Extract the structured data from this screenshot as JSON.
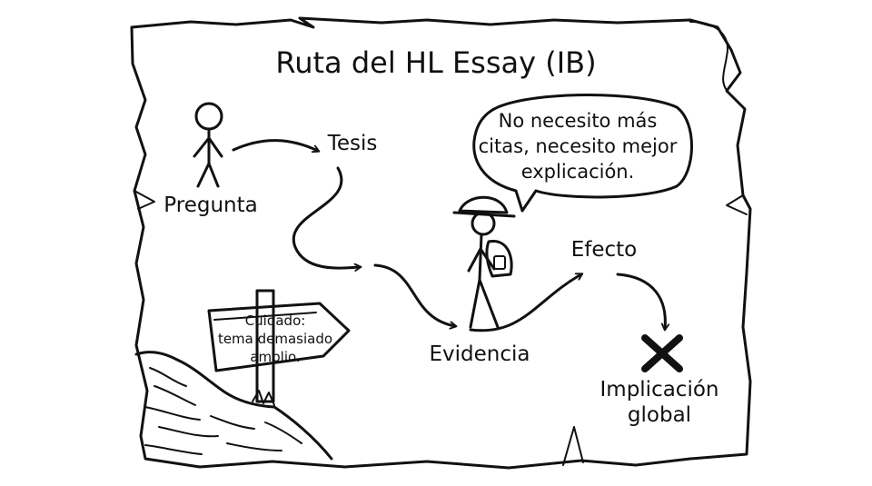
{
  "title": "Ruta del HL Essay (IB)",
  "nodes": {
    "pregunta": "Pregunta",
    "tesis": "Tesis",
    "evidencia": "Evidencia",
    "efecto": "Efecto",
    "implicacion_line1": "Implicación",
    "implicacion_line2": "global"
  },
  "speech_bubble": {
    "line1": "No necesito más",
    "line2": "citas, necesito mejor",
    "line3": "explicación."
  },
  "sign": {
    "line1": "Cuidado:",
    "line2": "tema demasiado",
    "line3": "amplio."
  },
  "icons": {
    "stick_figure": "person-icon",
    "explorer": "explorer-hiker-icon",
    "destination": "x-mark-icon",
    "signpost": "arrow-sign-icon",
    "cliff": "cliff-edge-icon"
  },
  "colors": {
    "ink": "#111111",
    "paper": "#ffffff"
  }
}
